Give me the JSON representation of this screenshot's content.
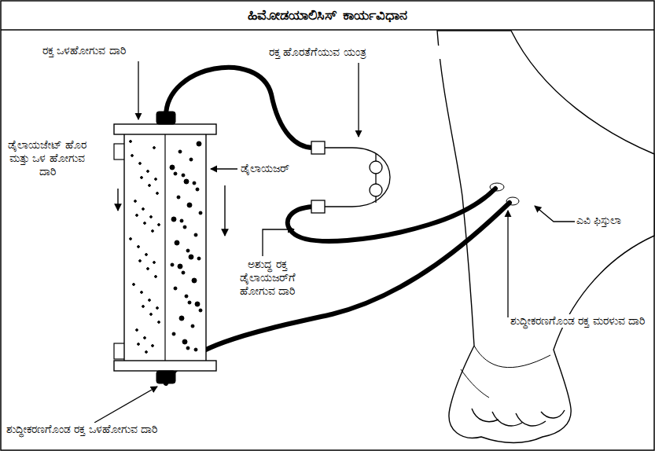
{
  "diagram": {
    "title": "ಹಿಮೋಡಯಾಲಿಸಿಸ್ ಕಾರ್ಯವಿಧಾನ",
    "labels": [
      "ರಕ್ತ ಒಳಹೋಗುವ ದಾರಿ",
      "ರಕ್ತ ಹೊರತೆಗೆಯುವ ಯಂತ್ರ",
      "ಡೈಲಾಯಜರ್",
      "ಡೈಲಾಯಜೇಟ್ ಹೊರ ಮತ್ತು ಒಳ ಹೋಗುವ ದಾರಿ",
      "ಅಶುದ್ಧ ರಕ್ತ ಡೈಲಾಯಜರ್‌ಗೆ ಹೋಗುವ ದಾರಿ",
      "ಎವಿ ಫಿಸ್ತುಲಾ",
      "ಶುದ್ಧೀಕರಣಗೊಂಡ ರಕ್ತ ಮರಳುವ ದಾರಿ",
      "ಶುದ್ಧೀಕರಣಗೊಂಡ ರಕ್ತ ಒಳಹೋಗುವ ದಾರಿ"
    ]
  }
}
